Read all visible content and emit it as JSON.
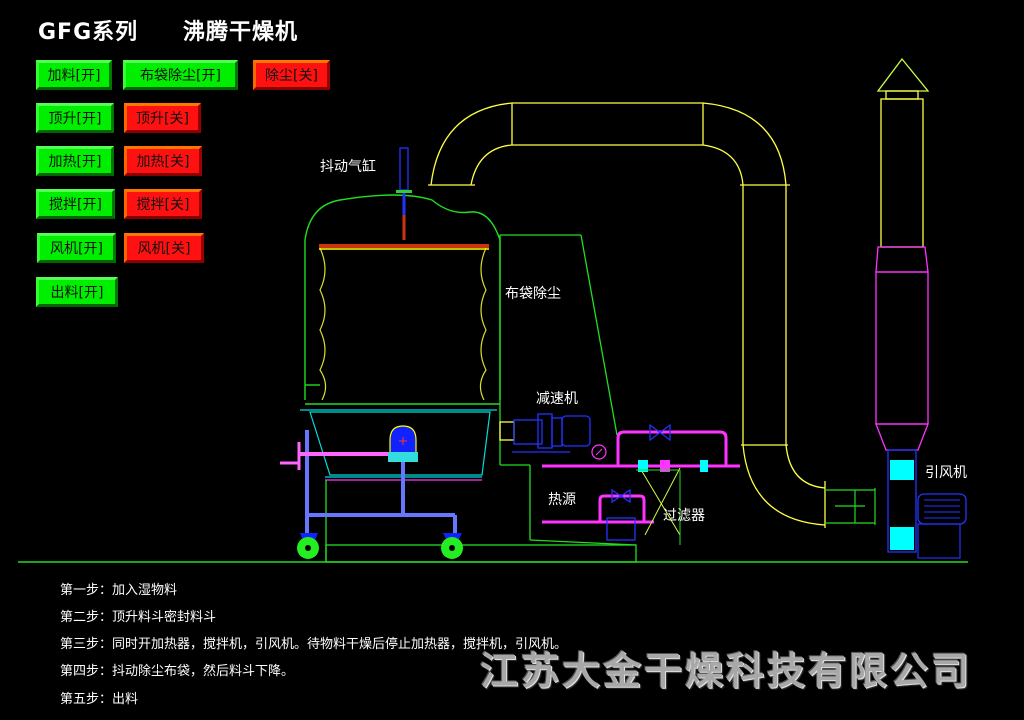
{
  "header": {
    "series": "GFG系列",
    "title": "沸腾干燥机"
  },
  "controls": [
    {
      "id": "feed-on",
      "label": "加料[开]",
      "state": "on"
    },
    {
      "id": "bag-dust-on",
      "label": "布袋除尘[开]",
      "state": "on"
    },
    {
      "id": "dust-off",
      "label": "除尘[关]",
      "state": "off"
    },
    {
      "id": "lift-on",
      "label": "顶升[开]",
      "state": "on"
    },
    {
      "id": "lift-off",
      "label": "顶升[关]",
      "state": "off"
    },
    {
      "id": "heat-on",
      "label": "加热[开]",
      "state": "on"
    },
    {
      "id": "heat-off",
      "label": "加热[关]",
      "state": "off"
    },
    {
      "id": "stir-on",
      "label": "搅拌[开]",
      "state": "on"
    },
    {
      "id": "stir-off",
      "label": "搅拌[关]",
      "state": "off"
    },
    {
      "id": "fan-on",
      "label": "风机[开]",
      "state": "on"
    },
    {
      "id": "fan-off",
      "label": "风机[关]",
      "state": "off"
    },
    {
      "id": "discharge-on",
      "label": "出料[开]",
      "state": "on"
    }
  ],
  "diagram_labels": {
    "shaker_cylinder": "抖动气缸",
    "bag_dust": "布袋除尘",
    "reducer": "减速机",
    "heat_source": "热源",
    "filter": "过滤器",
    "induced_fan": "引风机"
  },
  "steps": [
    "第一步：加入湿物料",
    "第二步：顶升料斗密封料斗",
    "第三步：同时开加热器，搅拌机，引风机。待物料干燥后停止加热器，搅拌机，引风机。",
    "第四步：抖动除尘布袋，然后料斗下降。",
    "第五步：出料"
  ],
  "company": "江苏大金干燥科技有限公司",
  "colors": {
    "on": "#00ee00",
    "off": "#ff1111",
    "duct": "#ffff44",
    "frame": "#22dd22",
    "pipe": "#ff00ff",
    "motor": "#1122ff",
    "cyan": "#00ffff"
  }
}
